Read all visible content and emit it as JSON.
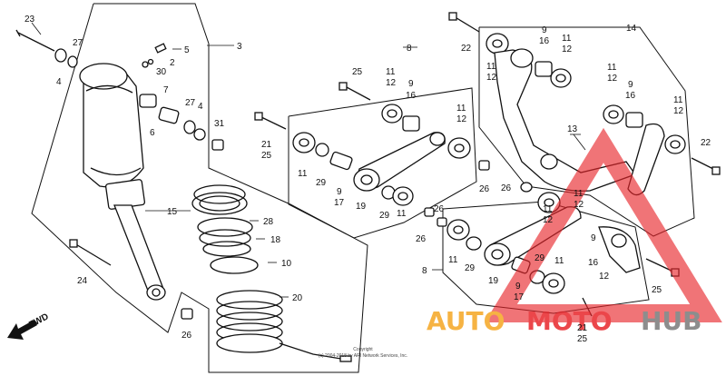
{
  "callouts": [
    {
      "id": "23",
      "t": "23"
    },
    {
      "id": "27a",
      "t": "27"
    },
    {
      "id": "4a",
      "t": "4"
    },
    {
      "id": "5",
      "t": "5"
    },
    {
      "id": "2",
      "t": "2"
    },
    {
      "id": "30",
      "t": "30"
    },
    {
      "id": "3",
      "t": "3"
    },
    {
      "id": "7",
      "t": "7"
    },
    {
      "id": "27b",
      "t": "27"
    },
    {
      "id": "4b",
      "t": "4"
    },
    {
      "id": "6",
      "t": "6"
    },
    {
      "id": "31",
      "t": "31"
    },
    {
      "id": "15",
      "t": "15"
    },
    {
      "id": "28",
      "t": "28"
    },
    {
      "id": "18",
      "t": "18"
    },
    {
      "id": "10",
      "t": "10"
    },
    {
      "id": "20",
      "t": "20"
    },
    {
      "id": "24",
      "t": "24"
    },
    {
      "id": "26a",
      "t": "26"
    },
    {
      "id": "25a",
      "t": "25"
    },
    {
      "id": "21a",
      "t": "21"
    },
    {
      "id": "25b",
      "t": "25"
    },
    {
      "id": "8a",
      "t": "8"
    },
    {
      "id": "11a",
      "t": "11"
    },
    {
      "id": "12a",
      "t": "12"
    },
    {
      "id": "9a",
      "t": "9"
    },
    {
      "id": "16a",
      "t": "16"
    },
    {
      "id": "11b",
      "t": "11"
    },
    {
      "id": "12b",
      "t": "12"
    },
    {
      "id": "11c",
      "t": "11"
    },
    {
      "id": "29a",
      "t": "29"
    },
    {
      "id": "9b",
      "t": "9"
    },
    {
      "id": "17a",
      "t": "17"
    },
    {
      "id": "19a",
      "t": "19"
    },
    {
      "id": "29b",
      "t": "29"
    },
    {
      "id": "11d",
      "t": "11"
    },
    {
      "id": "26b",
      "t": "26"
    },
    {
      "id": "22a",
      "t": "22"
    },
    {
      "id": "11e",
      "t": "11"
    },
    {
      "id": "12c",
      "t": "12"
    },
    {
      "id": "9c",
      "t": "9"
    },
    {
      "id": "16b",
      "t": "16"
    },
    {
      "id": "11f",
      "t": "11"
    },
    {
      "id": "12d",
      "t": "12"
    },
    {
      "id": "14",
      "t": "14"
    },
    {
      "id": "11g",
      "t": "11"
    },
    {
      "id": "12e",
      "t": "12"
    },
    {
      "id": "11h",
      "t": "11"
    },
    {
      "id": "12f",
      "t": "12"
    },
    {
      "id": "9d",
      "t": "9"
    },
    {
      "id": "16c",
      "t": "16"
    },
    {
      "id": "11i",
      "t": "11"
    },
    {
      "id": "12g",
      "t": "12"
    },
    {
      "id": "13",
      "t": "13"
    },
    {
      "id": "22b",
      "t": "22"
    },
    {
      "id": "26c",
      "t": "26"
    },
    {
      "id": "11j",
      "t": "11"
    },
    {
      "id": "12h",
      "t": "12"
    },
    {
      "id": "26d",
      "t": "26"
    },
    {
      "id": "26e",
      "t": "26"
    },
    {
      "id": "8b",
      "t": "8"
    },
    {
      "id": "11k",
      "t": "11"
    },
    {
      "id": "29c",
      "t": "29"
    },
    {
      "id": "9e",
      "t": "9"
    },
    {
      "id": "16d",
      "t": "16"
    },
    {
      "id": "29d",
      "t": "29"
    },
    {
      "id": "11l",
      "t": "11"
    },
    {
      "id": "12i",
      "t": "12"
    },
    {
      "id": "19b",
      "t": "19"
    },
    {
      "id": "9f",
      "t": "9"
    },
    {
      "id": "17b",
      "t": "17"
    },
    {
      "id": "25c",
      "t": "25"
    },
    {
      "id": "21b",
      "t": "21"
    },
    {
      "id": "25d",
      "t": "25"
    }
  ],
  "fwd_label": "FWD",
  "copyright": [
    "Copyright",
    "(c) 2004-2018 by ARI Network Services, Inc."
  ],
  "watermark": {
    "part1": "AUTO",
    "part2": "MOTO",
    "part3": "HUB",
    "color_orange": "#f5a623",
    "color_red": "#e8262b",
    "color_grey": "#7a7a7a"
  }
}
